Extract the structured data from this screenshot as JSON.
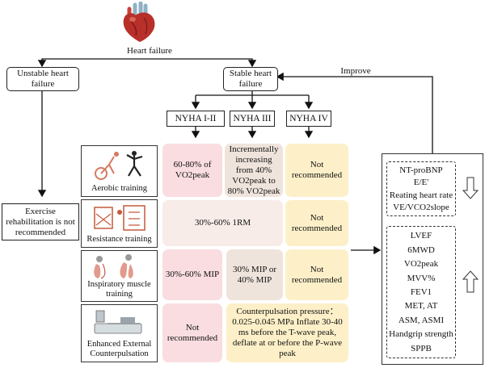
{
  "top": {
    "label": "Heart failure"
  },
  "branches": {
    "unstable": "Unstable heart failure",
    "stable": "Stable heart failure",
    "improve": "Improve"
  },
  "not_recommended_box": "Exercise rehabilitation is not recommended",
  "nyha": [
    "NYHA I-II",
    "NYHA III",
    "NYHA IV"
  ],
  "trainings": [
    {
      "label": "Aerobic training",
      "icon": "cycling-person-icon"
    },
    {
      "label": "Resistance training",
      "icon": "weight-machine-icon"
    },
    {
      "label": "Inspiratory muscle training",
      "icon": "lungs-icon"
    },
    {
      "label": "Enhanced External Counterpulsation",
      "icon": "medical-device-icon"
    }
  ],
  "cells": {
    "aerobic_1": "60-80% of VO2peak",
    "aerobic_2": "Incrementally increasing from 40% VO2peak to 80% VO2peak",
    "aerobic_3": "Not recommended",
    "resistance_12": "30%-60% 1RM",
    "resistance_3": "Not recommended",
    "imt_1": "30%-60% MIP",
    "imt_2": "30% MIP or 40% MIP",
    "imt_3": "Not recommended",
    "eecp_1": "Not recommended",
    "eecp_23": "Counterpulsation pressure：0.025-0.045 MPa Inflate 30-40 ms before the T-wave peak, deflate at or before the P-wave peak"
  },
  "outcomes": {
    "decrease": [
      "NT-proBNP",
      "E/E'",
      "Reating heart rate",
      "VE/VCO2slope"
    ],
    "increase": [
      "LVEF",
      "6MWD",
      "VO2peak",
      "MVV%",
      "FEV1",
      "MET, AT",
      "ASM, ASMI",
      "Handgrip strength",
      "SPPB"
    ]
  },
  "colors": {
    "pink": "#f9dde0",
    "beige": "#efe4dc",
    "yellow": "#fdf0c8",
    "heart": "#b8302a"
  }
}
